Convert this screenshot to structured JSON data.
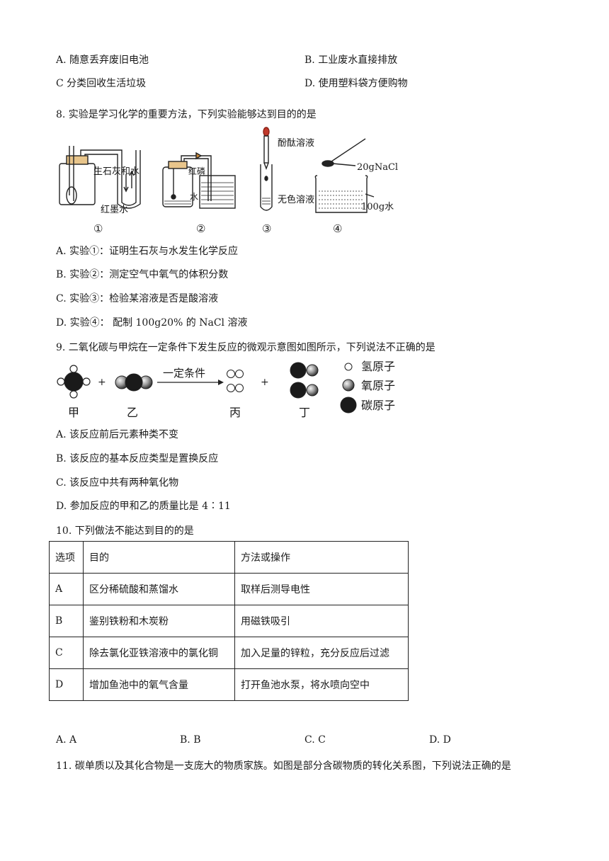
{
  "q7_options": [
    {
      "letter": "A.",
      "text": "随意丢弃废旧电池"
    },
    {
      "letter": "B.",
      "text": "工业废水直接排放"
    },
    {
      "letter": "C",
      "text": "分类回收生活垃圾"
    },
    {
      "letter": "D.",
      "text": "使用塑料袋方便购物"
    }
  ],
  "q8": {
    "stem": "8. 实验是学习化学的重要方法，下列实验能够达到目的的是",
    "figure_labels": {
      "exp1_sub": "生石灰和水",
      "exp1_ink": "红墨水",
      "exp2_sub": "红磷",
      "exp2_water": "水",
      "exp3_top": "酚酞溶液",
      "exp3_bottom": "无色溶液",
      "exp4_salt": "20gNaCl",
      "exp4_water": "100g水",
      "nums": [
        "①",
        "②",
        "③",
        "④"
      ]
    },
    "options": [
      "A. 实验①：证明生石灰与水发生化学反应",
      "B. 实验②：测定空气中氧气的体积分数",
      "C. 实验③：检验某溶液是否是酸溶液",
      "D. 实验④： 配制  100g20% 的 NaCl 溶液"
    ]
  },
  "q9": {
    "stem": "9. 二氧化碳与甲烷在一定条件下发生反应的微观示意图如图所示，下列说法不正确的是",
    "figure": {
      "condition": "一定条件",
      "plus": "+",
      "molecules": [
        "甲",
        "乙",
        "丙",
        "丁"
      ],
      "legend": [
        "氢原子",
        "氧原子",
        "碳原子"
      ]
    },
    "options": [
      "A. 该反应前后元素种类不变",
      "B. 该反应的基本反应类型是置换反应",
      "C. 该反应中共有两种氧化物",
      "D. 参加反应的甲和乙的质量比是 4∶11"
    ]
  },
  "q10": {
    "stem": "10. 下列做法不能达到目的的是",
    "headers": [
      "选项",
      "目的",
      "方法或操作"
    ],
    "rows": [
      [
        "A",
        "区分稀硫酸和蒸馏水",
        "取样后测导电性"
      ],
      [
        "B",
        "鉴别铁粉和木炭粉",
        "用磁铁吸引"
      ],
      [
        "C",
        "除去氯化亚铁溶液中的氯化铜",
        "加入足量的锌粒，充分反应后过滤"
      ],
      [
        "D",
        "增加鱼池中的氧气含量",
        "打开鱼池水泵，将水喷向空中"
      ]
    ],
    "options": [
      "A. A",
      "B. B",
      "C. C",
      "D. D"
    ]
  },
  "q11": {
    "stem": "11. 碳单质以及其化合物是一支庞大的物质家族。如图是部分含碳物质的转化关系图，下列说法正确的是"
  }
}
